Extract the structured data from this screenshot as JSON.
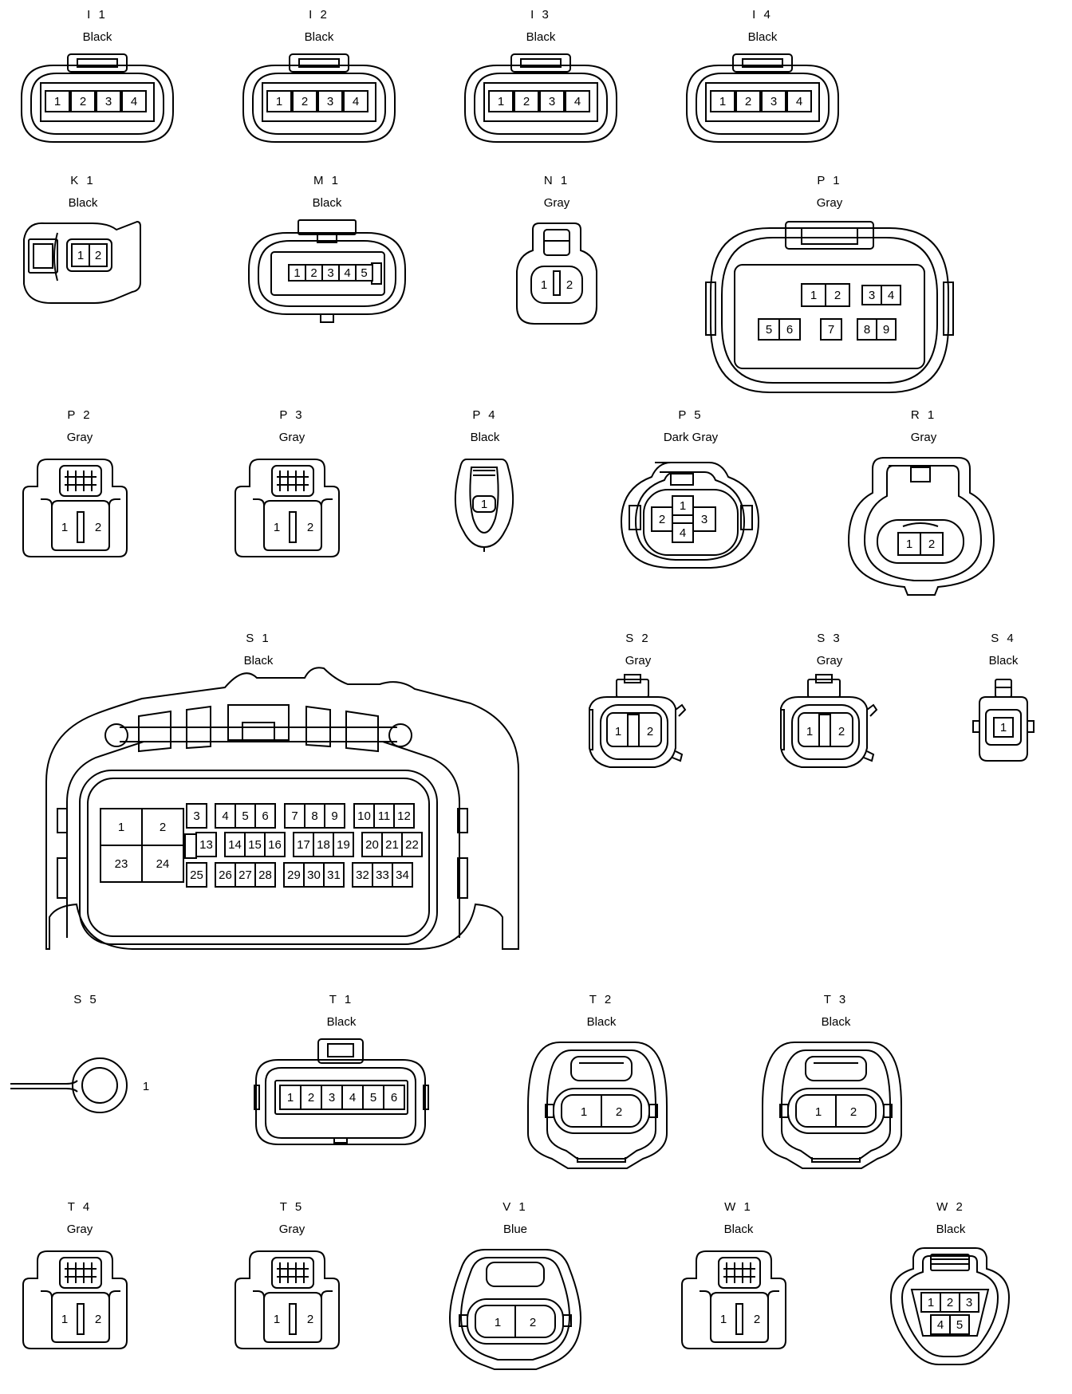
{
  "connectors": [
    {
      "id": "I 1",
      "color": "Black",
      "kind": "rect4",
      "pins": [
        "1",
        "2",
        "3",
        "4"
      ]
    },
    {
      "id": "I 2",
      "color": "Black",
      "kind": "rect4",
      "pins": [
        "1",
        "2",
        "3",
        "4"
      ]
    },
    {
      "id": "I 3",
      "color": "Black",
      "kind": "rect4",
      "pins": [
        "1",
        "2",
        "3",
        "4"
      ]
    },
    {
      "id": "I 4",
      "color": "Black",
      "kind": "rect4",
      "pins": [
        "1",
        "2",
        "3",
        "4"
      ]
    },
    {
      "id": "K 1",
      "color": "Black",
      "kind": "k1",
      "pins": [
        "1",
        "2"
      ]
    },
    {
      "id": "M 1",
      "color": "Black",
      "kind": "m1",
      "pins": [
        "1",
        "2",
        "3",
        "4",
        "5"
      ]
    },
    {
      "id": "N 1",
      "color": "Gray",
      "kind": "n1",
      "pins": [
        "1",
        "2"
      ]
    },
    {
      "id": "P 1",
      "color": "Gray",
      "kind": "p1",
      "pins": [
        "1",
        "2",
        "3",
        "4",
        "5",
        "6",
        "7",
        "8",
        "9"
      ]
    },
    {
      "id": "P 2",
      "color": "Gray",
      "kind": "two",
      "pins": [
        "1",
        "2"
      ]
    },
    {
      "id": "P 3",
      "color": "Gray",
      "kind": "two",
      "pins": [
        "1",
        "2"
      ]
    },
    {
      "id": "P 4",
      "color": "Black",
      "kind": "p4",
      "pins": [
        "1"
      ]
    },
    {
      "id": "P 5",
      "color": "Dark Gray",
      "kind": "p5",
      "pins": [
        "1",
        "2",
        "3",
        "4"
      ]
    },
    {
      "id": "R 1",
      "color": "Gray",
      "kind": "r1",
      "pins": [
        "1",
        "2"
      ]
    },
    {
      "id": "S 1",
      "color": "Black",
      "kind": "s1",
      "pins": [
        "1",
        "2",
        "3",
        "4",
        "5",
        "6",
        "7",
        "8",
        "9",
        "10",
        "11",
        "12",
        "13",
        "14",
        "15",
        "16",
        "17",
        "18",
        "19",
        "20",
        "21",
        "22",
        "23",
        "24",
        "25",
        "26",
        "27",
        "28",
        "29",
        "30",
        "31",
        "32",
        "33",
        "34"
      ]
    },
    {
      "id": "S 2",
      "color": "Gray",
      "kind": "s2",
      "pins": [
        "1",
        "2"
      ]
    },
    {
      "id": "S 3",
      "color": "Gray",
      "kind": "s2",
      "pins": [
        "1",
        "2"
      ]
    },
    {
      "id": "S 4",
      "color": "Black",
      "kind": "s4",
      "pins": [
        "1"
      ]
    },
    {
      "id": "S 5",
      "color": "",
      "kind": "s5",
      "pins": [
        "1"
      ]
    },
    {
      "id": "T 1",
      "color": "Black",
      "kind": "t1",
      "pins": [
        "1",
        "2",
        "3",
        "4",
        "5",
        "6"
      ]
    },
    {
      "id": "T 2",
      "color": "Black",
      "kind": "t2",
      "pins": [
        "1",
        "2"
      ]
    },
    {
      "id": "T 3",
      "color": "Black",
      "kind": "t2",
      "pins": [
        "1",
        "2"
      ]
    },
    {
      "id": "T 4",
      "color": "Gray",
      "kind": "two",
      "pins": [
        "1",
        "2"
      ]
    },
    {
      "id": "T 5",
      "color": "Gray",
      "kind": "two",
      "pins": [
        "1",
        "2"
      ]
    },
    {
      "id": "V 1",
      "color": "Blue",
      "kind": "v1",
      "pins": [
        "1",
        "2"
      ]
    },
    {
      "id": "W 1",
      "color": "Black",
      "kind": "two",
      "pins": [
        "1",
        "2"
      ]
    },
    {
      "id": "W 2",
      "color": "Black",
      "kind": "w2",
      "pins": [
        "1",
        "2",
        "3",
        "4",
        "5"
      ]
    }
  ]
}
